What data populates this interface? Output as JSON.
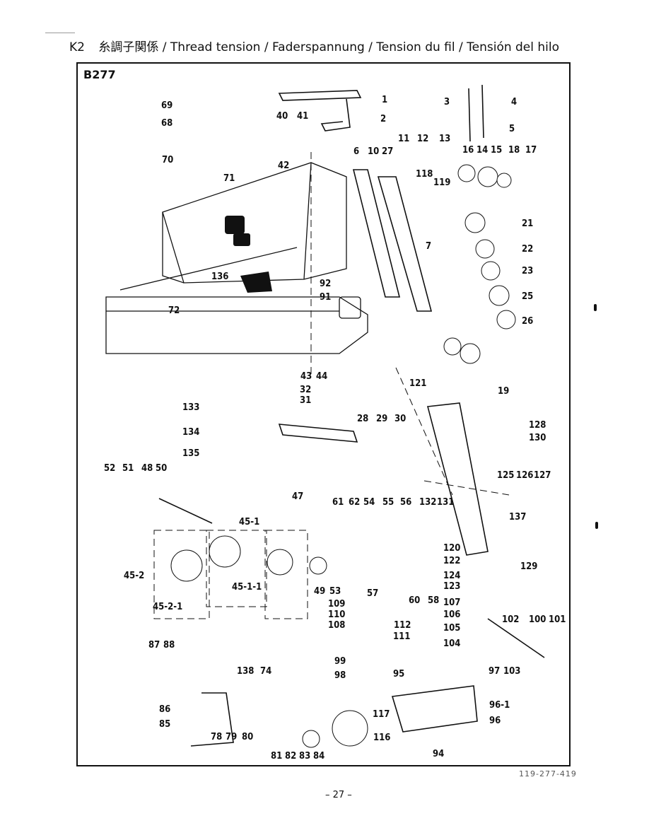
{
  "header": {
    "code": "K2",
    "title": "糸調子関係 / Thread tension / Faderspannung / Tension du fil / Tensión del hilo"
  },
  "model": "B277",
  "doc_number": "119-277-419",
  "page_number": "– 27 –",
  "part_labels": [
    "1",
    "2",
    "3",
    "4",
    "5",
    "6",
    "7",
    "10",
    "11",
    "12",
    "13",
    "14",
    "15",
    "16",
    "17",
    "18",
    "19",
    "21",
    "22",
    "23",
    "25",
    "26",
    "27",
    "28",
    "29",
    "30",
    "31",
    "32",
    "40",
    "41",
    "42",
    "43",
    "44",
    "45-1",
    "45-1-1",
    "45-2",
    "45-2-1",
    "47",
    "48",
    "49",
    "50",
    "51",
    "52",
    "53",
    "54",
    "55",
    "56",
    "57",
    "58",
    "60",
    "61",
    "62",
    "68",
    "69",
    "70",
    "71",
    "72",
    "74",
    "78",
    "79",
    "80",
    "81",
    "82",
    "83",
    "84",
    "85",
    "86",
    "87",
    "88",
    "91",
    "92",
    "94",
    "95",
    "96",
    "96-1",
    "97",
    "98",
    "99",
    "100",
    "101",
    "102",
    "103",
    "104",
    "105",
    "106",
    "107",
    "108",
    "109",
    "110",
    "111",
    "112",
    "116",
    "117",
    "118",
    "119",
    "120",
    "121",
    "122",
    "123",
    "124",
    "125",
    "126",
    "127",
    "128",
    "129",
    "130",
    "131",
    "132",
    "133",
    "134",
    "135",
    "136",
    "137",
    "138"
  ]
}
